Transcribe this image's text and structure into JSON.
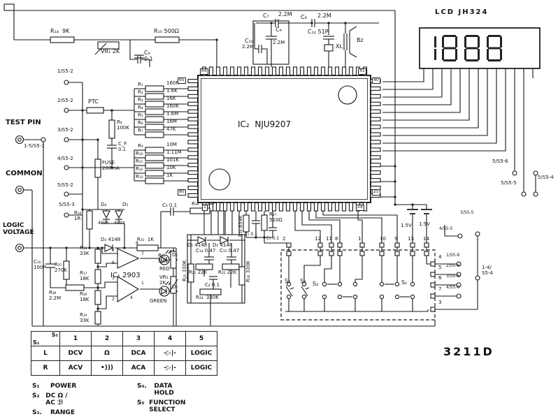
{
  "lcd": {
    "label": "LCD   JH324",
    "digits": "1888"
  },
  "model": "3211D",
  "labels": {
    "r14": "R₁₄  9K",
    "vr1": "VR₁ 2K",
    "r15": "R₁₅ 500Ω",
    "c6": "C₆\n0.1",
    "c7": "C₇",
    "c7v": "2.2M",
    "c8": "C₈",
    "c8v": "2.2M",
    "c9": "C₉",
    "c9v": "2.2M",
    "c10": "C₁₀",
    "c10v": "2.2M",
    "c12": "C₁₂ 51P",
    "xl": "XL",
    "bz": "Bz",
    "s52_1": "1/S5-2",
    "s52_2": "2/S5-2",
    "ptc": "PTC",
    "s52_3": "3/S5-2",
    "r8": "R₈\n100K",
    "cf": "C_F\n0.1",
    "s52_4": "4/S5-2",
    "fuse": "FUSE\n200mA",
    "s52_5": "5/S5-2",
    "testpin": "TEST PIN",
    "s51": "1-5/S5-1",
    "common": "COMMON",
    "s53": "5/S5-3",
    "r16": "R₁₆\n1R",
    "d4": "D₄",
    "d5": "D₅",
    "d4v": "4004",
    "d5v": "4004",
    "logicv": "LOGIC\nVOLTAGE",
    "d3": "D₃ 4148",
    "r31": "R₃₁  1K",
    "r36": "R₃₆\n33K",
    "c16": "C₁₆\n100P",
    "r37": "R₃₇\n270K",
    "r17b": "R₁₇\n18K",
    "r38": "R₃₈\n2.2M",
    "r28": "R₂₈\n18K",
    "r19": "R₁₉\n33K",
    "ic1": "IC₁ 2903",
    "d6": "D₆",
    "red": "RED",
    "d7": "D₇",
    "green": "GREEN",
    "op5": "5",
    "op6": "6",
    "op7": "7",
    "op8": "8",
    "op3": "3",
    "op2": "2",
    "op1": "1",
    "op4": "4",
    "r1n": "R₁",
    "r1v": "160R",
    "r2n": "R₂",
    "r2v": "1.6K",
    "r3n": "R₃",
    "r3v": "16K",
    "r4n": "R₄",
    "r4v": "160K",
    "r5n": "R₅",
    "r5v": "1.6M",
    "r6n": "R₆",
    "r6v": "16M",
    "r7n": "R₇",
    "r7v": "47K",
    "r9n": "R₉",
    "r9v": "10M",
    "r10n": "R₁₀",
    "r10v": "1.11M",
    "r11n": "R₁₁",
    "r11v": "101K",
    "r12n": "R₁₂",
    "r12v": "10K",
    "r13n": "R₁₃",
    "r13v": "1K",
    "ic2": "IC₂  NJU9207",
    "p64": "64",
    "p41": "41",
    "p40": "40",
    "p25": "25",
    "p24": "24",
    "p1": "1",
    "p80": "80",
    "p65": "65",
    "c3": "C₃ 0.1",
    "r39": "R₃₉  2.2M",
    "d1": "D₁ 4148",
    "d2": "D₂ 4148",
    "c14": "C₁₄ 0.47",
    "c15": "C₁₅ 0.47",
    "r21": "R₂₁ 22K",
    "r22": "R₂₂ 22K",
    "c4": "C₄ 0.1",
    "r24": "R₂₄  330K",
    "r25": "R₂₅ 330K",
    "r26": "R₂₆ 330K",
    "r30": "R₃₀\n5.9K",
    "vr2": "VR₂\n2K",
    "r18": "R₁₈ 834K",
    "c2": "C₂ 0.1",
    "c1": "C₁ 0.1",
    "r17": "R₁₇\n510Ω",
    "dp2": "2",
    "dp12": "12",
    "dp11": "11",
    "dp8": "8",
    "dp1": "1",
    "dp10": "10",
    "dp9": "9",
    "dp13": "13",
    "dp14": "14",
    "s4": "S₄",
    "s3": "S₃",
    "s2": "S₂",
    "s1": "S₁",
    "rp4": "4",
    "rp5": "5",
    "rp6": "6",
    "rp7": "7",
    "rp3": "3",
    "rc1": "1/S5-6",
    "rc2": "2/S5-6",
    "rc3": "3/S5-6",
    "rc4": "4/S5-6",
    "s54m": "1-4/\nS5-4",
    "s355": "3/S5-5",
    "s455": "4/S5-5",
    "bat1": "1.5V",
    "bat2": "1.5V",
    "r556": "5/S5-6",
    "r555": "5/S5-5",
    "r554": "5/S5-4"
  },
  "table": {
    "corner_top": "S₅",
    "corner_bottom": "S₂",
    "cols": [
      "1",
      "2",
      "3",
      "4",
      "5"
    ],
    "rows": [
      {
        "name": "L",
        "cells": [
          "DCV",
          "Ω",
          "DCA",
          "-▷|-",
          "LOGIC"
        ]
      },
      {
        "name": "R",
        "cells": [
          "ACV",
          "•)))",
          "ACA",
          "-▷|-",
          "LOGIC"
        ]
      }
    ]
  },
  "legend": [
    {
      "key": "S₁",
      "desc": "POWER"
    },
    {
      "key": "S₂",
      "desc": "DC Ω / AC ℬ"
    },
    {
      "key": "S₃.",
      "desc": "RANGE"
    },
    {
      "key": "S₄.",
      "desc": "DATA HOLD"
    },
    {
      "key": "S₅",
      "desc": "FUNCTION SELECT"
    }
  ]
}
